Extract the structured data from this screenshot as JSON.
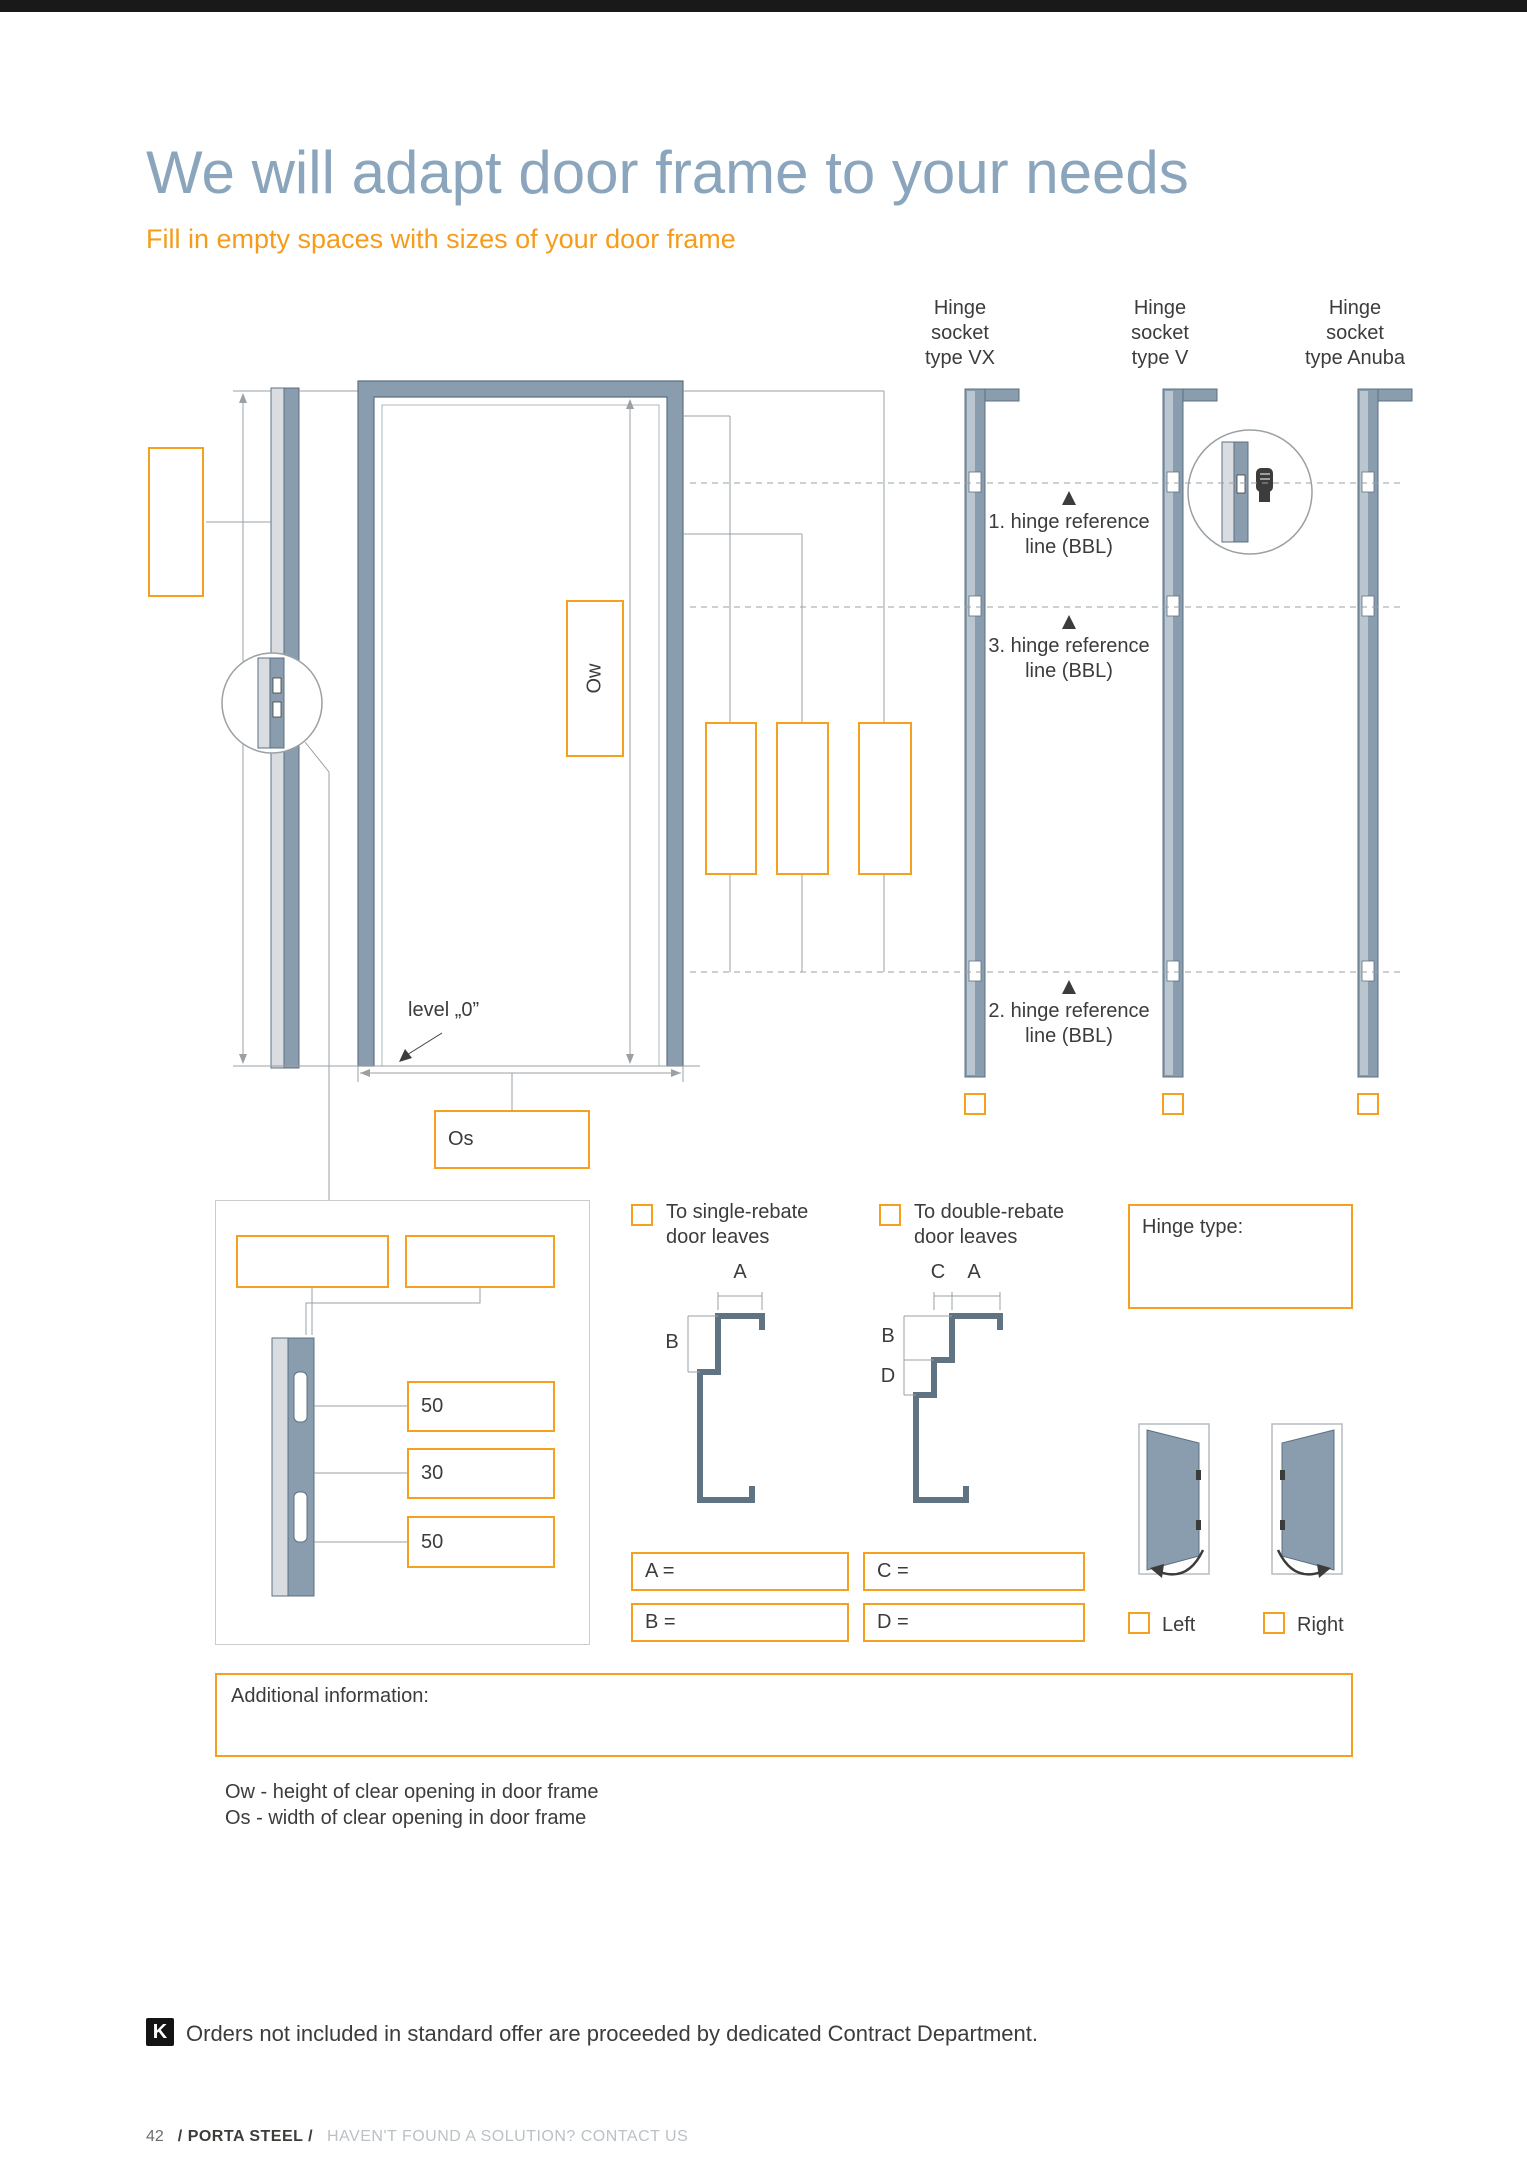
{
  "header": {
    "title": "We will adapt door frame to your needs",
    "subtitle": "Fill in empty spaces with sizes of your door frame"
  },
  "columns": {
    "vx": "Hinge\nsocket\ntype VX",
    "v": "Hinge\nsocket\ntype V",
    "anuba": "Hinge\nsocket\ntype Anuba"
  },
  "refs": {
    "r1": "1. hinge reference\nline (BBL)",
    "r3": "3. hinge reference\nline (BBL)",
    "r2": "2. hinge reference\nline (BBL)"
  },
  "diagram": {
    "ow": "Ow",
    "os": "Os",
    "level": "level „0”",
    "d50a": "50",
    "d30": "30",
    "d50b": "50"
  },
  "options": {
    "single": "To single-rebate\ndoor leaves",
    "double": "To double-rebate\ndoor leaves",
    "hinge_type": "Hinge type:",
    "left": "Left",
    "right": "Right"
  },
  "dims": {
    "a_label": "A",
    "b_label": "B",
    "c_label": "C",
    "d_label": "D",
    "a_field": "A =",
    "b_field": "B =",
    "c_field": "C =",
    "d_field": "D ="
  },
  "info": {
    "additional": "Additional information:"
  },
  "legend": {
    "ow": "Ow - height of clear opening in door frame",
    "os": "Os - width of clear opening in door frame"
  },
  "note": {
    "badge": "K",
    "text": "Orders not included in standard offer are proceeded by dedicated Contract Department."
  },
  "footer": {
    "page": "42",
    "brand": "/ PORTA STEEL /",
    "tagline": "HAVEN'T FOUND A SOLUTION? CONTACT US"
  },
  "colors": {
    "accent_orange": "#f5a11f",
    "steel": "#8a9dae",
    "steel_dark": "#5c7081",
    "title_blue": "#8aa5bc"
  }
}
